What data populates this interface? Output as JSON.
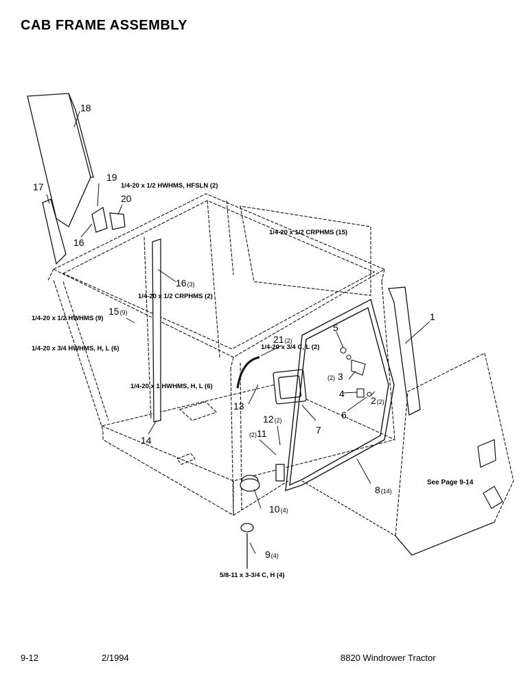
{
  "title": "CAB FRAME ASSEMBLY",
  "callouts": [
    {
      "id": "c1",
      "num": "1",
      "qty": ""
    },
    {
      "id": "c2",
      "num": "2",
      "qty": "(2)"
    },
    {
      "id": "c3",
      "num": "3",
      "qty": "(2)"
    },
    {
      "id": "c4",
      "num": "4",
      "qty": ""
    },
    {
      "id": "c5",
      "num": "5",
      "qty": ""
    },
    {
      "id": "c6",
      "num": "6",
      "qty": ""
    },
    {
      "id": "c7",
      "num": "7",
      "qty": ""
    },
    {
      "id": "c8",
      "num": "8",
      "qty": "(14)"
    },
    {
      "id": "c9",
      "num": "9",
      "qty": "(4)"
    },
    {
      "id": "c10",
      "num": "10",
      "qty": "(4)"
    },
    {
      "id": "c11",
      "num": "11",
      "qty": "(2)"
    },
    {
      "id": "c12",
      "num": "12",
      "qty": "(2)"
    },
    {
      "id": "c13",
      "num": "13",
      "qty": ""
    },
    {
      "id": "c14",
      "num": "14",
      "qty": ""
    },
    {
      "id": "c15",
      "num": "15",
      "qty": "(9)"
    },
    {
      "id": "c16a",
      "num": "16",
      "qty": "(3)"
    },
    {
      "id": "c16b",
      "num": "16",
      "qty": ""
    },
    {
      "id": "c17",
      "num": "17",
      "qty": ""
    },
    {
      "id": "c18",
      "num": "18",
      "qty": ""
    },
    {
      "id": "c19",
      "num": "19",
      "qty": ""
    },
    {
      "id": "c20",
      "num": "20",
      "qty": ""
    },
    {
      "id": "c21",
      "num": "21",
      "qty": "(2)"
    }
  ],
  "hardware_labels": [
    "1/4-20 x 1/2 HWHMS, HFSLN (2)",
    "1/4-20 x 1/2 CRPHMS (15)",
    "1/4-20 x 1/2 CRPHMS (2)",
    "1/4-20 x 1/2 HWHMS (9)",
    "1/4-20 x 3/4 HWHMS, H, L (6)",
    "1/4-20 x 3/4 C, L (2)",
    "1/4-20 x 1 HWHMS, H, L (6)",
    "5/8-11 x 3-3/4 C, H (4)"
  ],
  "see_page": "See Page 9-14",
  "footer": {
    "page": "9-12",
    "date": "2/1994",
    "model": "8820 Windrower Tractor"
  }
}
